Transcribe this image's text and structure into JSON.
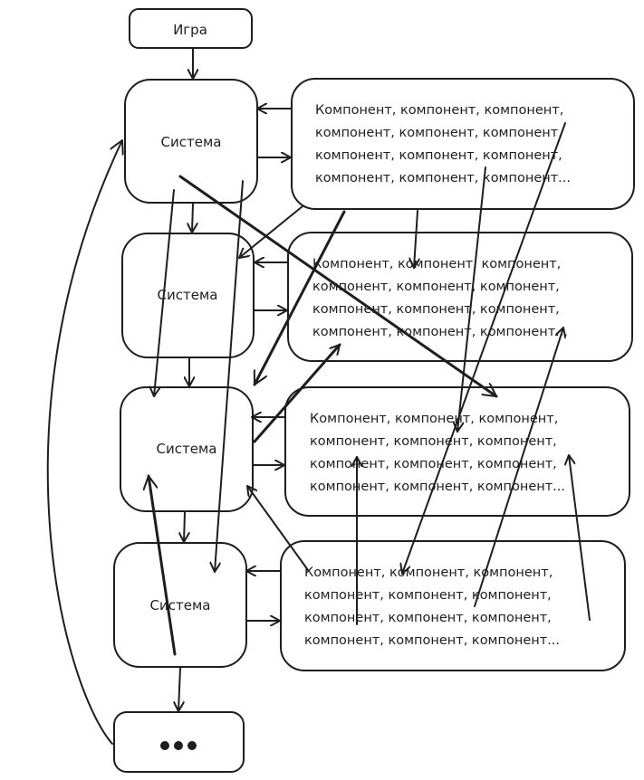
{
  "diagram": {
    "stroke_color": "#1e1e1e",
    "background": "#ffffff",
    "game": {
      "label": "Игра"
    },
    "systems": [
      {
        "label": "Система"
      },
      {
        "label": "Система"
      },
      {
        "label": "Система"
      },
      {
        "label": "Система"
      }
    ],
    "ellipsis": {
      "label": "•••"
    },
    "component_groups": [
      {
        "lines": [
          "Компонент, компонент, компонент,",
          "компонент, компонент, компонент,",
          "компонент, компонент, компонент,",
          "компонент, компонент, компонент..."
        ]
      },
      {
        "lines": [
          "Компонент, компонент, компонент,",
          "компонент, компонент, компонент,",
          "компонент, компонент, компонент,",
          "компонент, компонент, компонент..."
        ]
      },
      {
        "lines": [
          "Компонент, компонент, компонент,",
          "компонент, компонент, компонент,",
          "компонент, компонент, компонент,",
          "компонент, компонент, компонент..."
        ]
      },
      {
        "lines": [
          "Компонент, компонент, компонент,",
          "компонент, компонент, компонент,",
          "компонент, компонент, компонент,",
          "компонент, компонент, компонент..."
        ]
      }
    ]
  }
}
